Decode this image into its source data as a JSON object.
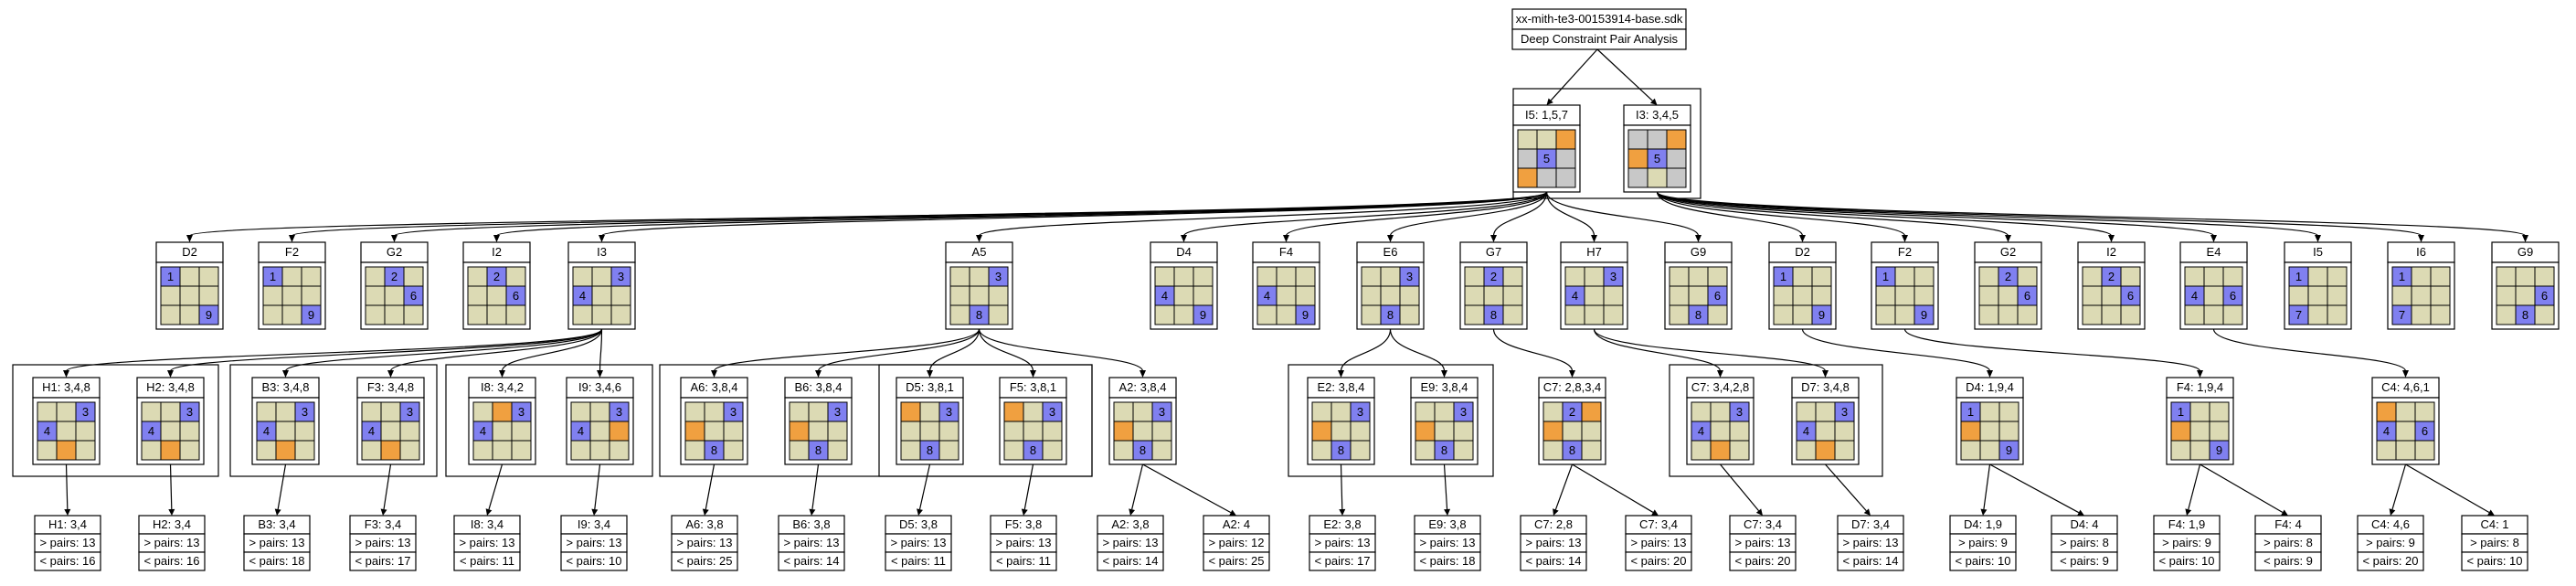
{
  "colors": {
    "empty": "#dcdab4",
    "blue": "#8080f0",
    "orange": "#f0a040",
    "grey": "#c8c8c8"
  },
  "header": {
    "title": "xx-mith-te3-00153914-base.sdk",
    "subtitle": "Deep Constraint Pair Analysis"
  },
  "top": [
    {
      "label": "I5: 1,5,7",
      "cells": [
        [
          "e",
          "e",
          "o"
        ],
        [
          "g",
          "b:5",
          "g"
        ],
        [
          "o",
          "g",
          "g"
        ]
      ]
    },
    {
      "label": "I3: 3,4,5",
      "cells": [
        [
          "g",
          "g",
          "o"
        ],
        [
          "o",
          "b:5",
          "g"
        ],
        [
          "g",
          "e",
          "g"
        ]
      ]
    }
  ],
  "level1": [
    {
      "label": "D2",
      "cells": [
        [
          "b:1",
          "e",
          "e"
        ],
        [
          "e",
          "e",
          "e"
        ],
        [
          "e",
          "e",
          "b:9"
        ]
      ]
    },
    {
      "label": "F2",
      "cells": [
        [
          "b:1",
          "e",
          "e"
        ],
        [
          "e",
          "e",
          "e"
        ],
        [
          "e",
          "e",
          "b:9"
        ]
      ]
    },
    {
      "label": "G2",
      "cells": [
        [
          "e",
          "b:2",
          "e"
        ],
        [
          "e",
          "e",
          "b:6"
        ],
        [
          "e",
          "e",
          "e"
        ]
      ]
    },
    {
      "label": "I2",
      "cells": [
        [
          "e",
          "b:2",
          "e"
        ],
        [
          "e",
          "e",
          "b:6"
        ],
        [
          "e",
          "e",
          "e"
        ]
      ]
    },
    {
      "label": "I3",
      "cells": [
        [
          "e",
          "e",
          "b:3"
        ],
        [
          "b:4",
          "e",
          "e"
        ],
        [
          "e",
          "e",
          "e"
        ]
      ]
    },
    {
      "label": "A5",
      "cells": [
        [
          "e",
          "e",
          "b:3"
        ],
        [
          "e",
          "e",
          "e"
        ],
        [
          "e",
          "b:8",
          "e"
        ]
      ]
    },
    {
      "label": "D4",
      "cells": [
        [
          "e",
          "e",
          "e"
        ],
        [
          "b:4",
          "e",
          "e"
        ],
        [
          "e",
          "e",
          "b:9"
        ]
      ]
    },
    {
      "label": "F4",
      "cells": [
        [
          "e",
          "e",
          "e"
        ],
        [
          "b:4",
          "e",
          "e"
        ],
        [
          "e",
          "e",
          "b:9"
        ]
      ]
    },
    {
      "label": "E6",
      "cells": [
        [
          "e",
          "e",
          "b:3"
        ],
        [
          "e",
          "e",
          "e"
        ],
        [
          "e",
          "b:8",
          "e"
        ]
      ]
    },
    {
      "label": "G7",
      "cells": [
        [
          "e",
          "b:2",
          "e"
        ],
        [
          "e",
          "e",
          "e"
        ],
        [
          "e",
          "b:8",
          "e"
        ]
      ]
    },
    {
      "label": "H7",
      "cells": [
        [
          "e",
          "e",
          "b:3"
        ],
        [
          "b:4",
          "e",
          "e"
        ],
        [
          "e",
          "e",
          "e"
        ]
      ]
    },
    {
      "label": "G9",
      "cells": [
        [
          "e",
          "e",
          "e"
        ],
        [
          "e",
          "e",
          "b:6"
        ],
        [
          "e",
          "b:8",
          "e"
        ]
      ]
    },
    {
      "label": "D2",
      "cells": [
        [
          "b:1",
          "e",
          "e"
        ],
        [
          "e",
          "e",
          "e"
        ],
        [
          "e",
          "e",
          "b:9"
        ]
      ]
    },
    {
      "label": "F2",
      "cells": [
        [
          "b:1",
          "e",
          "e"
        ],
        [
          "e",
          "e",
          "e"
        ],
        [
          "e",
          "e",
          "b:9"
        ]
      ]
    },
    {
      "label": "G2",
      "cells": [
        [
          "e",
          "b:2",
          "e"
        ],
        [
          "e",
          "e",
          "b:6"
        ],
        [
          "e",
          "e",
          "e"
        ]
      ]
    },
    {
      "label": "I2",
      "cells": [
        [
          "e",
          "b:2",
          "e"
        ],
        [
          "e",
          "e",
          "b:6"
        ],
        [
          "e",
          "e",
          "e"
        ]
      ]
    },
    {
      "label": "E4",
      "cells": [
        [
          "e",
          "e",
          "e"
        ],
        [
          "b:4",
          "e",
          "b:6"
        ],
        [
          "e",
          "e",
          "e"
        ]
      ]
    },
    {
      "label": "I5",
      "cells": [
        [
          "b:1",
          "e",
          "e"
        ],
        [
          "e",
          "e",
          "e"
        ],
        [
          "b:7",
          "e",
          "e"
        ]
      ]
    },
    {
      "label": "I6",
      "cells": [
        [
          "b:1",
          "e",
          "e"
        ],
        [
          "e",
          "e",
          "e"
        ],
        [
          "b:7",
          "e",
          "e"
        ]
      ]
    },
    {
      "label": "G9",
      "cells": [
        [
          "e",
          "e",
          "e"
        ],
        [
          "e",
          "e",
          "b:6"
        ],
        [
          "e",
          "b:8",
          "e"
        ]
      ]
    }
  ],
  "level2": [
    {
      "label": "H1: 3,4,8",
      "cells": [
        [
          "e",
          "e",
          "b:3"
        ],
        [
          "b:4",
          "e",
          "e"
        ],
        [
          "e",
          "o",
          "e"
        ]
      ]
    },
    {
      "label": "H2: 3,4,8",
      "cells": [
        [
          "e",
          "e",
          "b:3"
        ],
        [
          "b:4",
          "e",
          "e"
        ],
        [
          "e",
          "o",
          "e"
        ]
      ]
    },
    {
      "label": "B3: 3,4,8",
      "cells": [
        [
          "e",
          "e",
          "b:3"
        ],
        [
          "b:4",
          "e",
          "e"
        ],
        [
          "e",
          "o",
          "e"
        ]
      ]
    },
    {
      "label": "F3: 3,4,8",
      "cells": [
        [
          "e",
          "e",
          "b:3"
        ],
        [
          "b:4",
          "e",
          "e"
        ],
        [
          "e",
          "o",
          "e"
        ]
      ]
    },
    {
      "label": "I8: 3,4,2",
      "cells": [
        [
          "e",
          "o",
          "b:3"
        ],
        [
          "b:4",
          "e",
          "e"
        ],
        [
          "e",
          "e",
          "e"
        ]
      ]
    },
    {
      "label": "I9: 3,4,6",
      "cells": [
        [
          "e",
          "e",
          "b:3"
        ],
        [
          "b:4",
          "e",
          "o"
        ],
        [
          "e",
          "e",
          "e"
        ]
      ]
    },
    {
      "label": "A6: 3,8,4",
      "cells": [
        [
          "e",
          "e",
          "b:3"
        ],
        [
          "o",
          "e",
          "e"
        ],
        [
          "e",
          "b:8",
          "e"
        ]
      ]
    },
    {
      "label": "B6: 3,8,4",
      "cells": [
        [
          "e",
          "e",
          "b:3"
        ],
        [
          "o",
          "e",
          "e"
        ],
        [
          "e",
          "b:8",
          "e"
        ]
      ]
    },
    {
      "label": "D5: 3,8,1",
      "cells": [
        [
          "o",
          "e",
          "b:3"
        ],
        [
          "e",
          "e",
          "e"
        ],
        [
          "e",
          "b:8",
          "e"
        ]
      ]
    },
    {
      "label": "F5: 3,8,1",
      "cells": [
        [
          "o",
          "e",
          "b:3"
        ],
        [
          "e",
          "e",
          "e"
        ],
        [
          "e",
          "b:8",
          "e"
        ]
      ]
    },
    {
      "label": "A2: 3,8,4",
      "cells": [
        [
          "e",
          "e",
          "b:3"
        ],
        [
          "o",
          "e",
          "e"
        ],
        [
          "e",
          "b:8",
          "e"
        ]
      ]
    },
    {
      "label": "E2: 3,8,4",
      "cells": [
        [
          "e",
          "e",
          "b:3"
        ],
        [
          "o",
          "e",
          "e"
        ],
        [
          "e",
          "b:8",
          "e"
        ]
      ]
    },
    {
      "label": "E9: 3,8,4",
      "cells": [
        [
          "e",
          "e",
          "b:3"
        ],
        [
          "o",
          "e",
          "e"
        ],
        [
          "e",
          "b:8",
          "e"
        ]
      ]
    },
    {
      "label": "C7: 2,8,3,4",
      "cells": [
        [
          "e",
          "b:2",
          "o"
        ],
        [
          "o",
          "e",
          "e"
        ],
        [
          "e",
          "b:8",
          "e"
        ]
      ]
    },
    {
      "label": "C7: 3,4,2,8",
      "cells": [
        [
          "e",
          "e",
          "b:3"
        ],
        [
          "b:4",
          "e",
          "e"
        ],
        [
          "e",
          "o",
          "e"
        ]
      ]
    },
    {
      "label": "D7: 3,4,8",
      "cells": [
        [
          "e",
          "e",
          "b:3"
        ],
        [
          "b:4",
          "e",
          "e"
        ],
        [
          "e",
          "o",
          "e"
        ]
      ]
    },
    {
      "label": "D4: 1,9,4",
      "cells": [
        [
          "b:1",
          "e",
          "e"
        ],
        [
          "o",
          "e",
          "e"
        ],
        [
          "e",
          "e",
          "b:9"
        ]
      ]
    },
    {
      "label": "F4: 1,9,4",
      "cells": [
        [
          "b:1",
          "e",
          "e"
        ],
        [
          "o",
          "e",
          "e"
        ],
        [
          "e",
          "e",
          "b:9"
        ]
      ]
    },
    {
      "label": "C4: 4,6,1",
      "cells": [
        [
          "o",
          "e",
          "e"
        ],
        [
          "b:4",
          "e",
          "b:6"
        ],
        [
          "e",
          "e",
          "e"
        ]
      ]
    }
  ],
  "leaves": [
    {
      "title": "H1: 3,4",
      "gt": "> pairs: 13",
      "lt": "< pairs: 16"
    },
    {
      "title": "H2: 3,4",
      "gt": "> pairs: 13",
      "lt": "< pairs: 16"
    },
    {
      "title": "B3: 3,4",
      "gt": "> pairs: 13",
      "lt": "< pairs: 18"
    },
    {
      "title": "F3: 3,4",
      "gt": "> pairs: 13",
      "lt": "< pairs: 17"
    },
    {
      "title": "I8: 3,4",
      "gt": "> pairs: 13",
      "lt": "< pairs: 11"
    },
    {
      "title": "I9: 3,4",
      "gt": "> pairs: 13",
      "lt": "< pairs: 10"
    },
    {
      "title": "A6: 3,8",
      "gt": "> pairs: 13",
      "lt": "< pairs: 25"
    },
    {
      "title": "B6: 3,8",
      "gt": "> pairs: 13",
      "lt": "< pairs: 14"
    },
    {
      "title": "D5: 3,8",
      "gt": "> pairs: 13",
      "lt": "< pairs: 11"
    },
    {
      "title": "F5: 3,8",
      "gt": "> pairs: 13",
      "lt": "< pairs: 11"
    },
    {
      "title": "A2: 3,8",
      "gt": "> pairs: 13",
      "lt": "< pairs: 14"
    },
    {
      "title": "A2: 4",
      "gt": "> pairs: 12",
      "lt": "< pairs: 25"
    },
    {
      "title": "E2: 3,8",
      "gt": "> pairs: 13",
      "lt": "< pairs: 17"
    },
    {
      "title": "E9: 3,8",
      "gt": "> pairs: 13",
      "lt": "< pairs: 18"
    },
    {
      "title": "C7: 2,8",
      "gt": "> pairs: 13",
      "lt": "< pairs: 14"
    },
    {
      "title": "C7: 3,4",
      "gt": "> pairs: 13",
      "lt": "< pairs: 20"
    },
    {
      "title": "C7: 3,4",
      "gt": "> pairs: 13",
      "lt": "< pairs: 20"
    },
    {
      "title": "D7: 3,4",
      "gt": "> pairs: 13",
      "lt": "< pairs: 14"
    },
    {
      "title": "D4: 1,9",
      "gt": "> pairs: 9",
      "lt": "< pairs: 10"
    },
    {
      "title": "D4: 4",
      "gt": "> pairs: 8",
      "lt": "< pairs: 9"
    },
    {
      "title": "F4: 1,9",
      "gt": "> pairs: 9",
      "lt": "< pairs: 10"
    },
    {
      "title": "F4: 4",
      "gt": "> pairs: 8",
      "lt": "< pairs: 9"
    },
    {
      "title": "C4: 4,6",
      "gt": "> pairs: 9",
      "lt": "< pairs: 20"
    },
    {
      "title": "C4: 1",
      "gt": "> pairs: 8",
      "lt": "< pairs: 10"
    }
  ]
}
